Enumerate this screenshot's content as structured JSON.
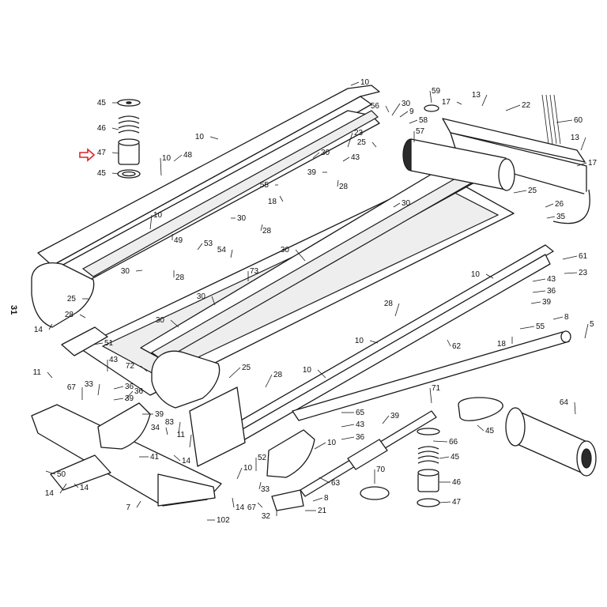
{
  "page_number": "31",
  "highlight_color": "#d9262b",
  "ink_color": "#1a1a1a",
  "highlighted_part": "47",
  "callouts": [
    "45",
    "46",
    "47",
    "45",
    "10",
    "48",
    "10",
    "10",
    "23",
    "30",
    "59",
    "17",
    "13",
    "22",
    "60",
    "9",
    "56",
    "58",
    "57",
    "30",
    "43",
    "39",
    "28",
    "25",
    "55",
    "18",
    "30",
    "28",
    "13",
    "17",
    "10",
    "30",
    "49",
    "53",
    "54",
    "30",
    "25",
    "26",
    "35",
    "61",
    "30",
    "73",
    "28",
    "10",
    "23",
    "43",
    "36",
    "39",
    "25",
    "28",
    "30",
    "28",
    "55",
    "18",
    "8",
    "5",
    "51",
    "30",
    "10",
    "62",
    "11",
    "43",
    "36",
    "39",
    "72",
    "25",
    "28",
    "10",
    "67",
    "33",
    "36",
    "39",
    "71",
    "65",
    "43",
    "36",
    "39",
    "34",
    "83",
    "11",
    "10",
    "66",
    "45",
    "46",
    "47",
    "45",
    "64",
    "63",
    "14",
    "52",
    "10",
    "33",
    "41",
    "14",
    "67",
    "8",
    "32",
    "21",
    "7",
    "70",
    "102",
    "14",
    "50",
    "14",
    "14",
    "14"
  ]
}
